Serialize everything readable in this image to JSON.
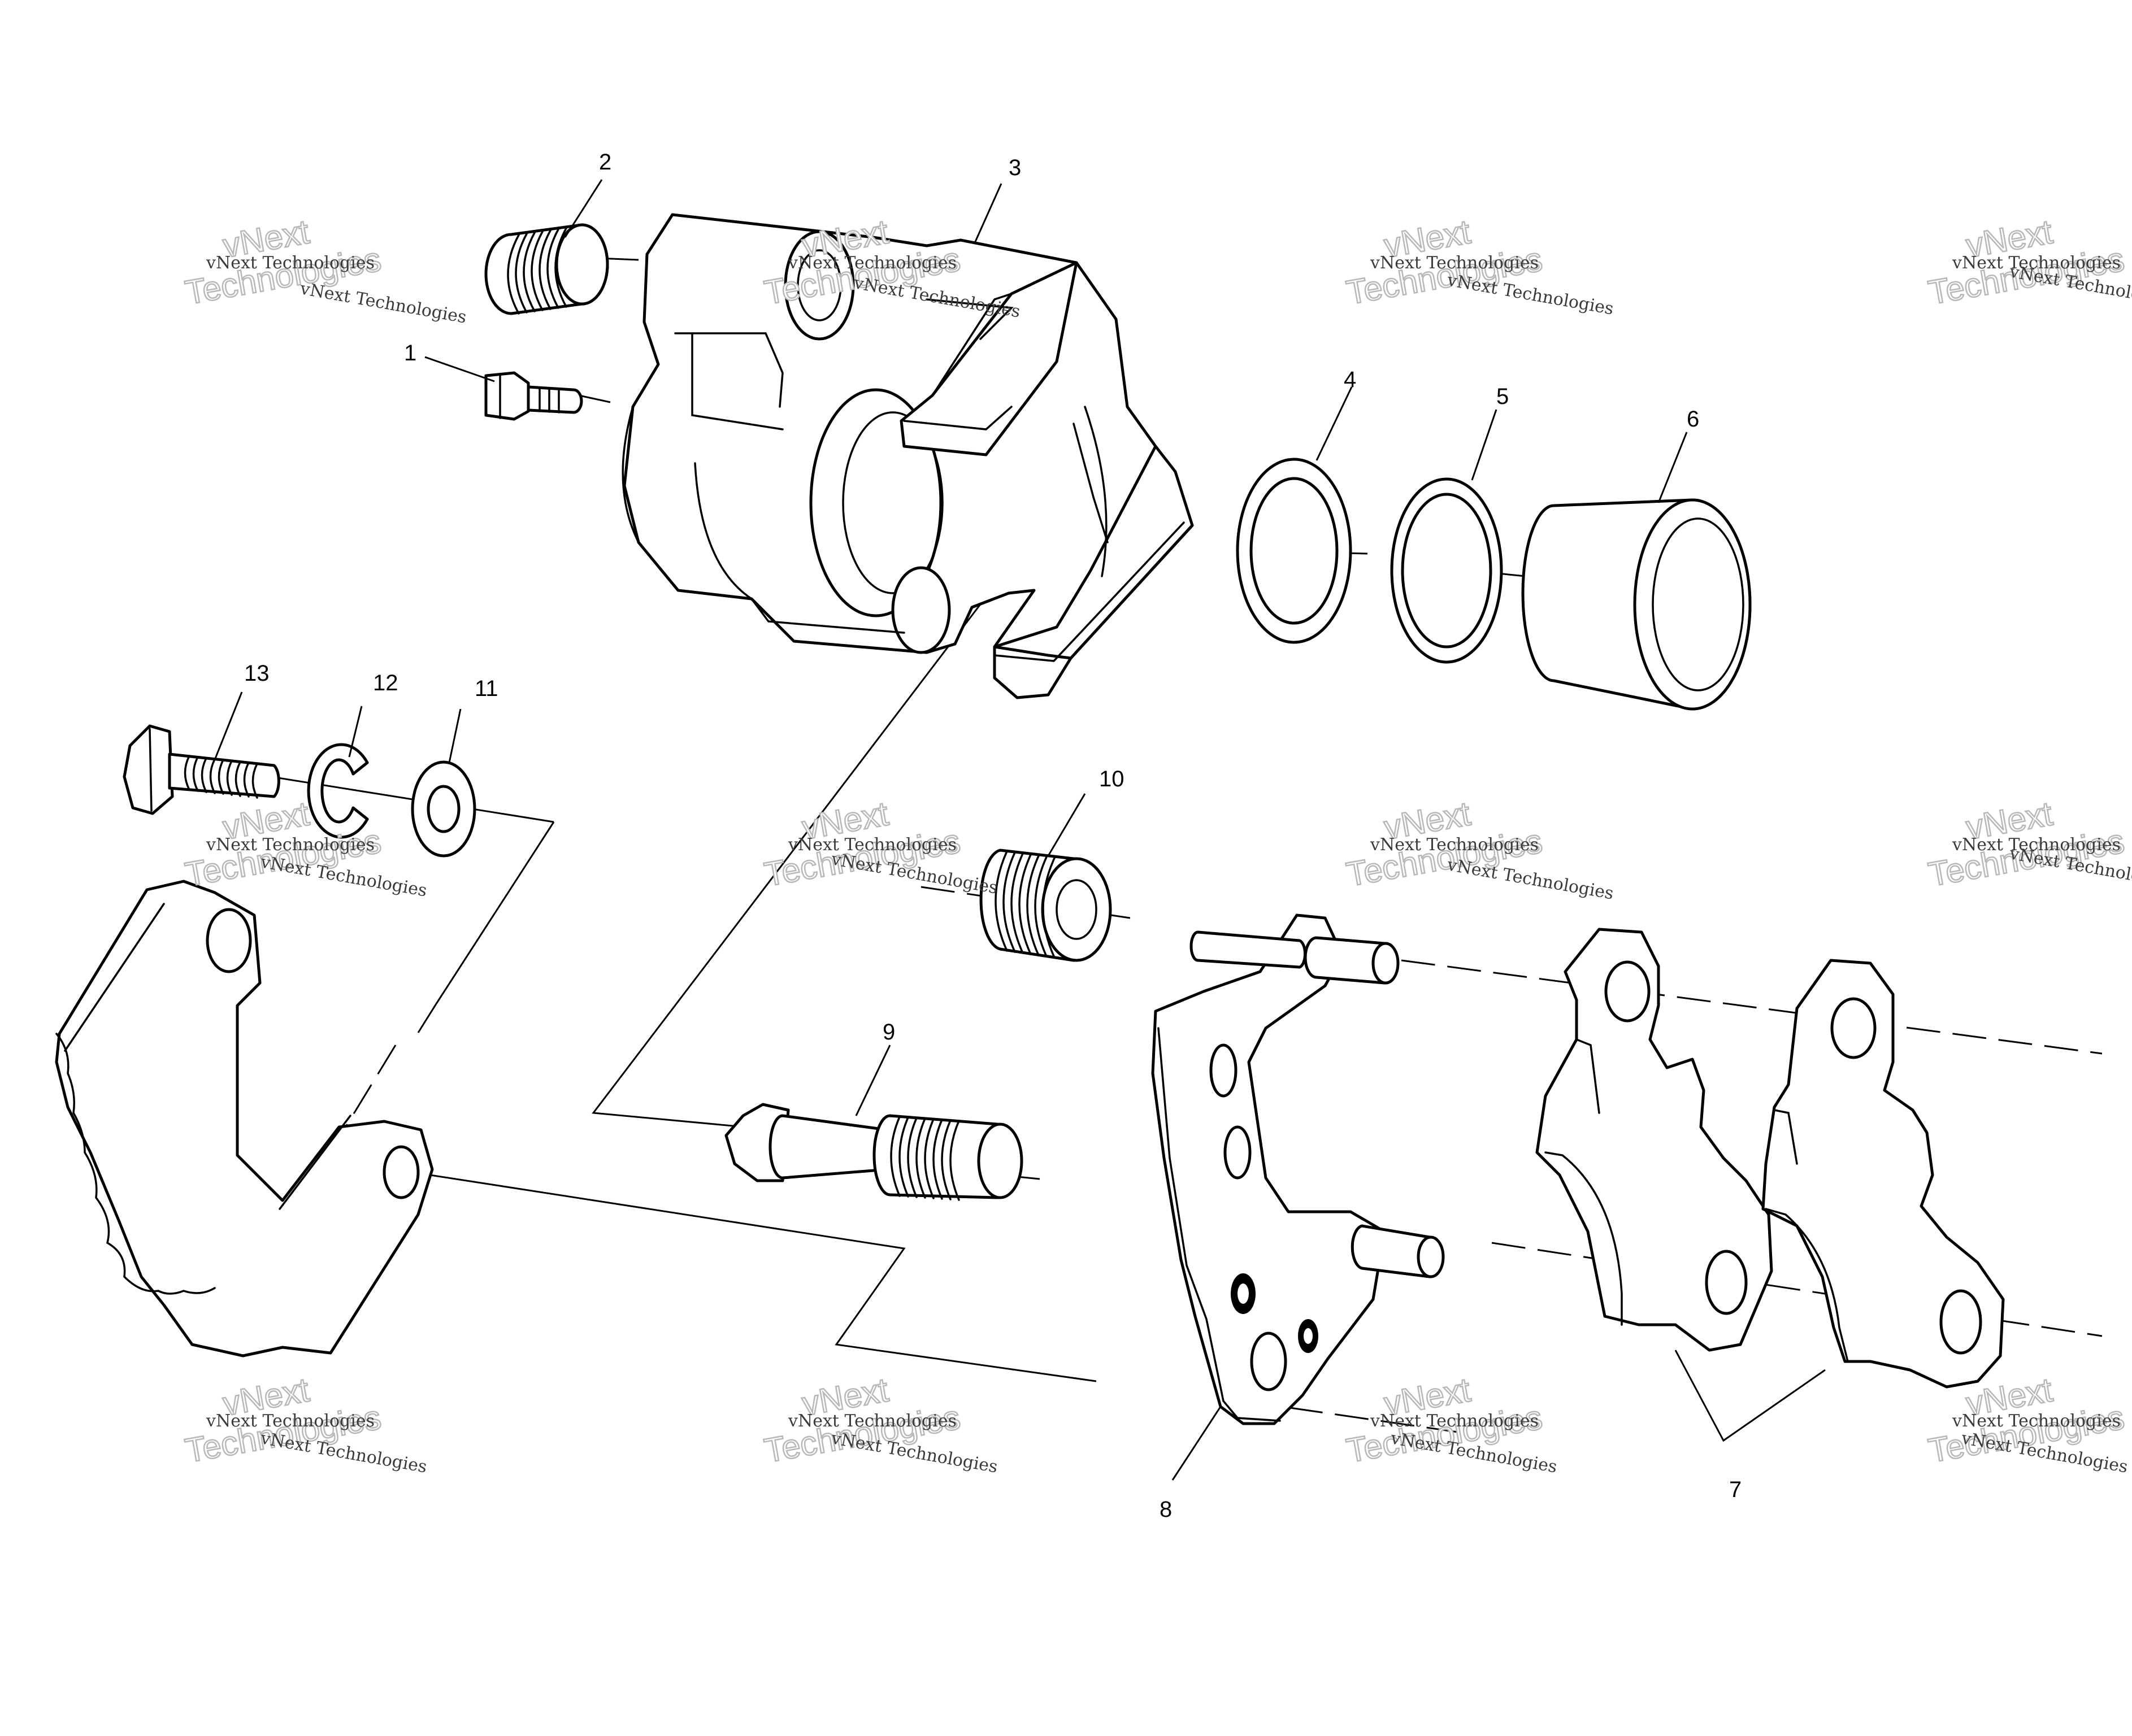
{
  "callouts": [
    "1",
    "2",
    "3",
    "4",
    "5",
    "6",
    "7",
    "8",
    "9",
    "10",
    "11",
    "12",
    "13"
  ],
  "watermark": {
    "small": "vNext Technologies",
    "large_line1": "vNext",
    "large_line2": "Technologies"
  }
}
